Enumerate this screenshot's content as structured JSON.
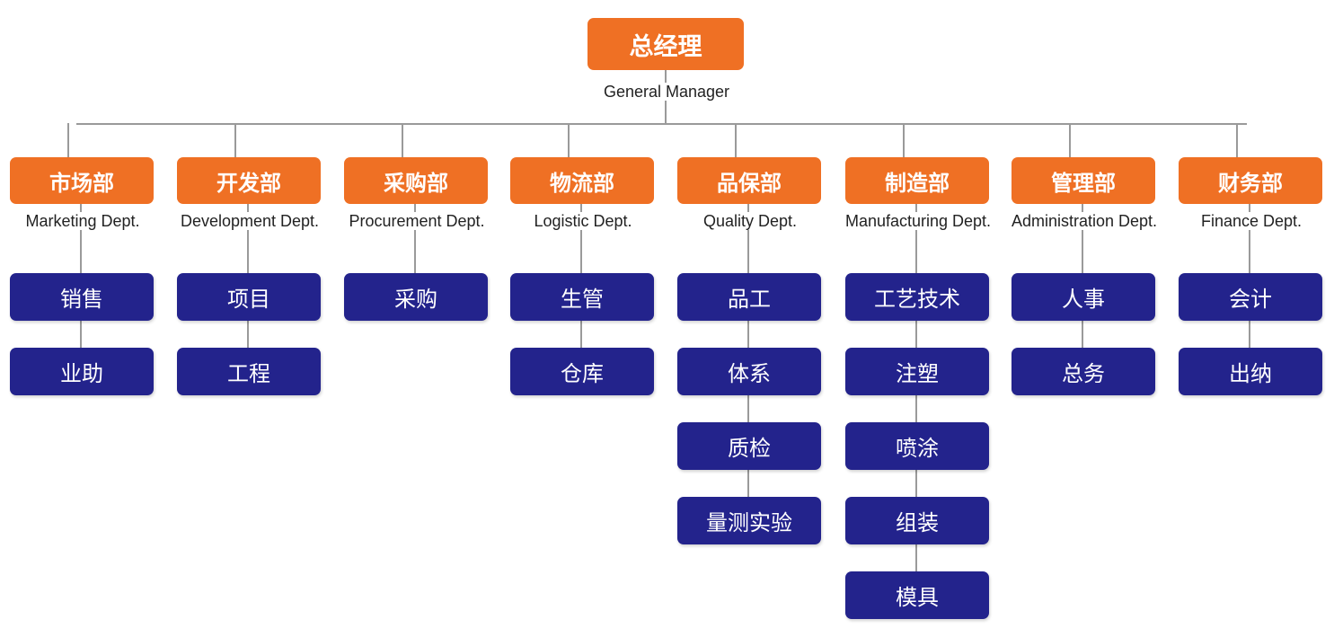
{
  "general_manager": {
    "cn": "总经理",
    "en": "General Manager"
  },
  "departments": [
    {
      "cn": "市场部",
      "en": "Marketing Dept.",
      "units": [
        "销售",
        "业助"
      ]
    },
    {
      "cn": "开发部",
      "en": "Development Dept.",
      "units": [
        "项目",
        "工程"
      ]
    },
    {
      "cn": "采购部",
      "en": "Procurement Dept.",
      "units": [
        "采购"
      ]
    },
    {
      "cn": "物流部",
      "en": "Logistic Dept.",
      "units": [
        "生管",
        "仓库"
      ]
    },
    {
      "cn": "品保部",
      "en": "Quality Dept.",
      "units": [
        "品工",
        "体系",
        "质检",
        "量测实验"
      ]
    },
    {
      "cn": "制造部",
      "en": "Manufacturing Dept.",
      "units": [
        "工艺技术",
        "注塑",
        "喷涂",
        "组装",
        "模具"
      ]
    },
    {
      "cn": "管理部",
      "en": "Administration Dept.",
      "units": [
        "人事",
        "总务"
      ]
    },
    {
      "cn": "财务部",
      "en": "Finance Dept.",
      "units": [
        "会计",
        "出纳"
      ]
    }
  ],
  "colors": {
    "department_box": "#ef7024",
    "unit_box": "#23238c",
    "connector": "#9a9a9a"
  }
}
